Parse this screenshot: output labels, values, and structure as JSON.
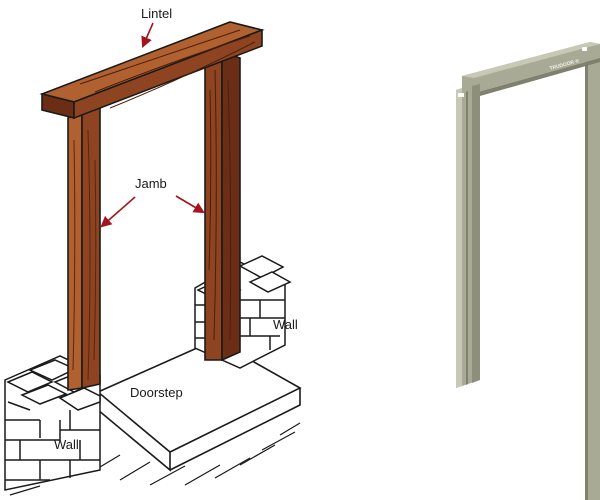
{
  "left_diagram": {
    "labels": {
      "lintel": "Lintel",
      "jamb": "Jamb",
      "wall_right": "Wall",
      "doorstep": "Doorstep",
      "wall_left": "Wall"
    },
    "colors": {
      "wood_dark": "#6b2e14",
      "wood_mid": "#8e4420",
      "wood_light": "#b0612f",
      "arrow": "#a3141e",
      "outline": "#1a1a1a",
      "brick_fill": "#ffffff"
    }
  },
  "right_photo": {
    "brand_text": "TRUDOOR ®",
    "colors": {
      "frame_face": "#a9aa95",
      "frame_light": "#c7c8b5",
      "frame_dark": "#7f806d",
      "background": "#ffffff"
    }
  }
}
